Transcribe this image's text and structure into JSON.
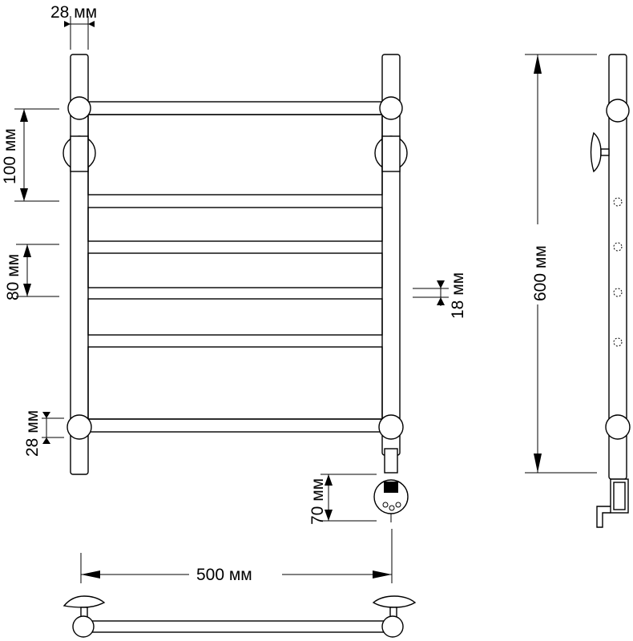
{
  "diagram": {
    "dimensions": {
      "top_tube_width": "28 мм",
      "top_section_height": "100 мм",
      "rung_spacing": "80 мм",
      "rung_height": "18 мм",
      "bottom_tube_width": "28 мм",
      "heater_offset": "70 мм",
      "total_width": "500 мм",
      "total_height": "600 мм"
    }
  }
}
